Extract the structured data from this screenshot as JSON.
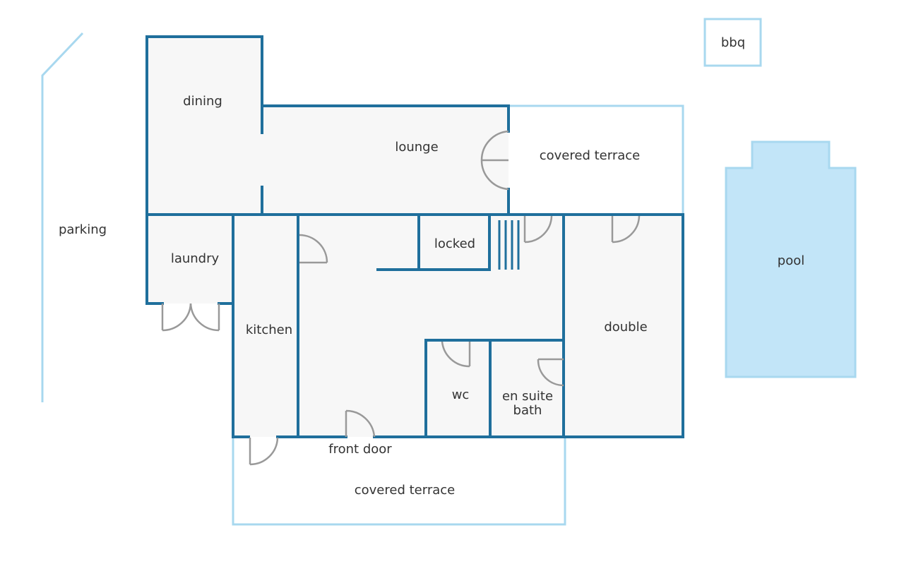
{
  "rooms": {
    "dining": "dining",
    "lounge": "lounge",
    "covered_terrace_east": "covered terrace",
    "laundry": "laundry",
    "locked": "locked",
    "kitchen": "kitchen",
    "double": "double",
    "wc": "wc",
    "en_suite_line1": "en suite",
    "en_suite_line2": "bath",
    "front_door": "front door",
    "covered_terrace_south": "covered terrace",
    "parking": "parking",
    "bbq": "bbq",
    "pool": "pool"
  },
  "colors": {
    "wall": "#1f6f9c",
    "outdoor_outline": "#a8d8ef",
    "pool_fill": "#c2e5f8",
    "room_fill": "#f7f7f7",
    "door": "#999999"
  }
}
